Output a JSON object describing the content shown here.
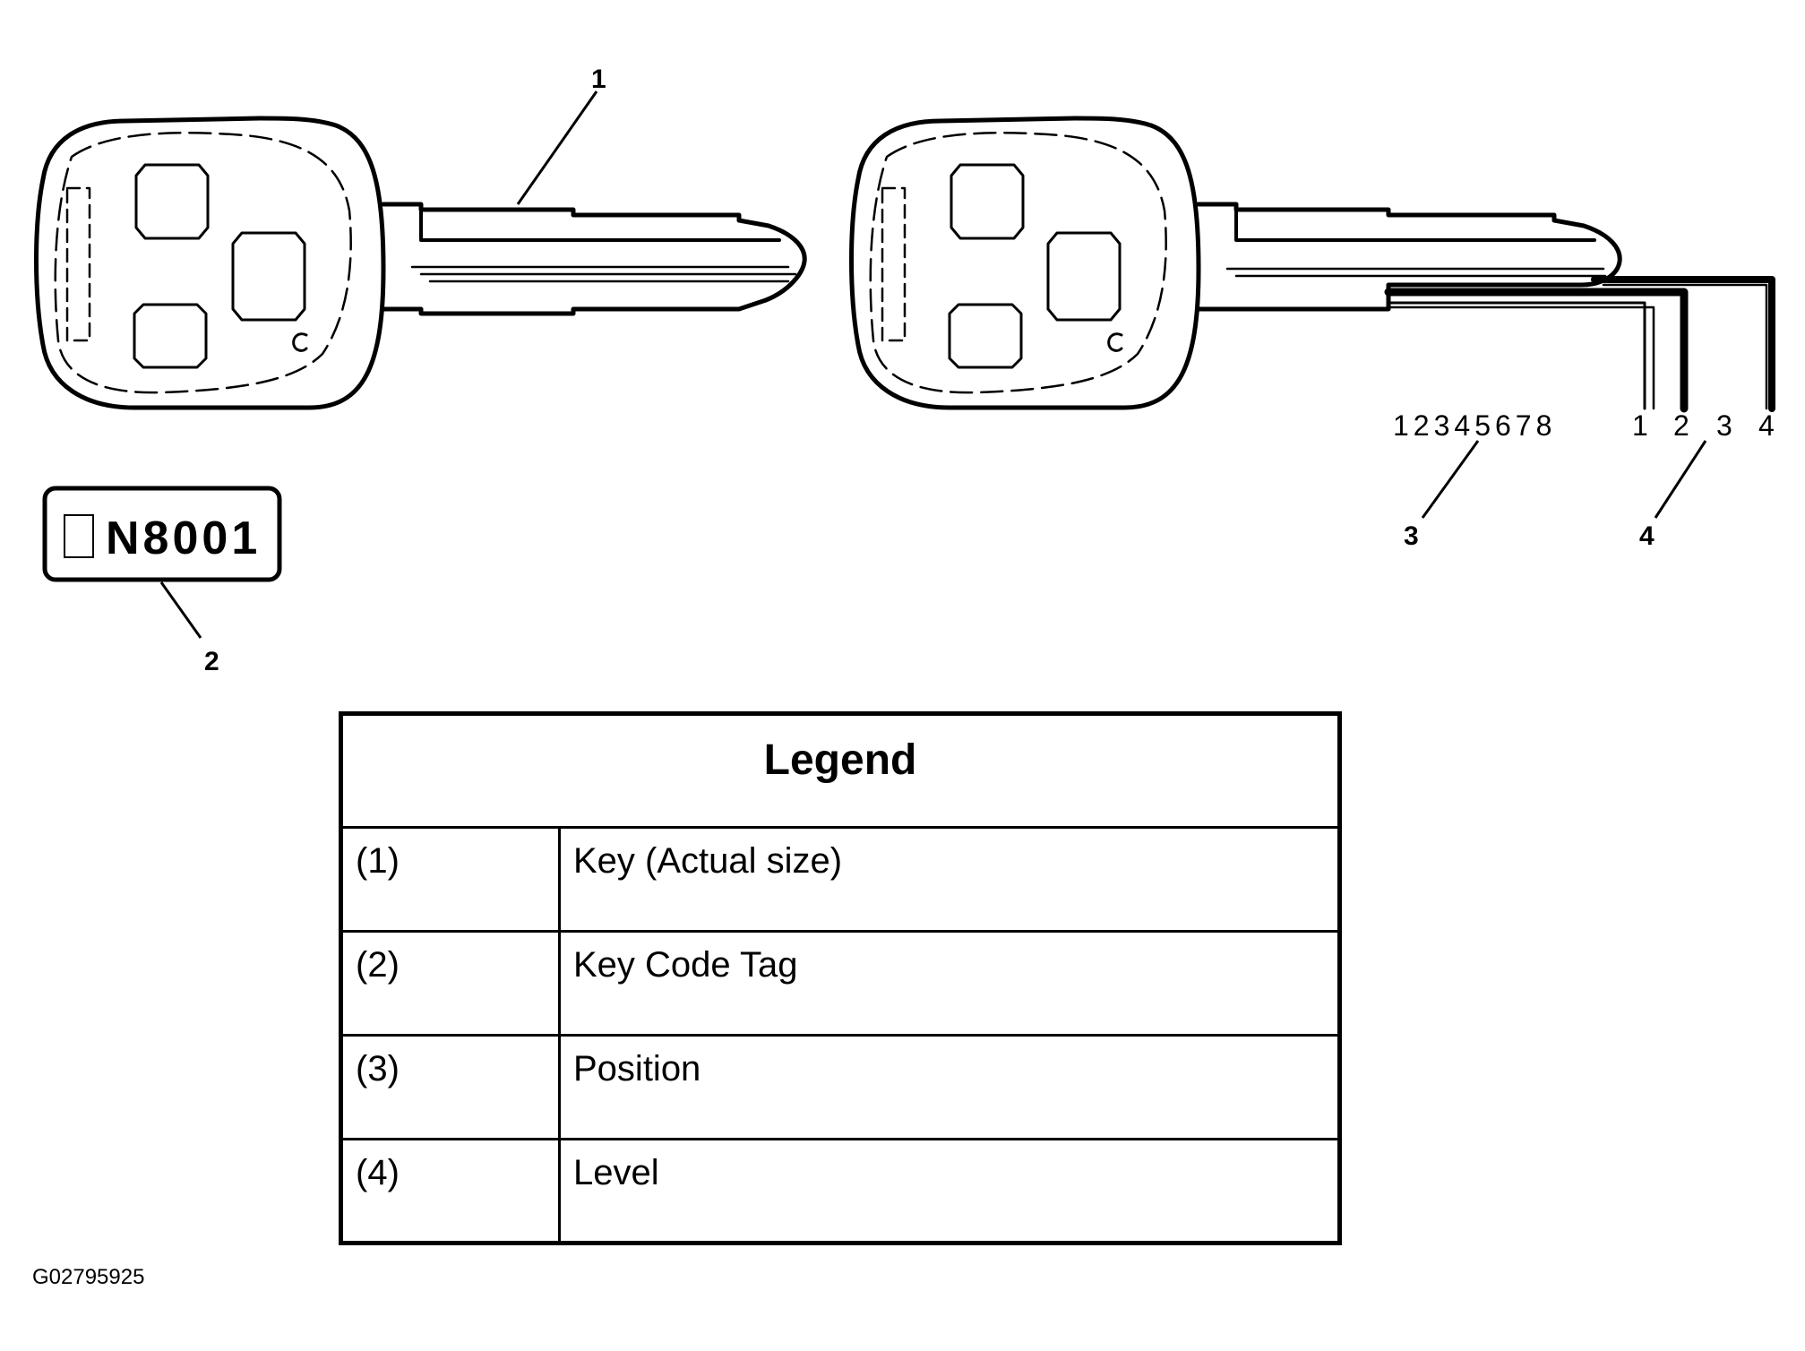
{
  "callouts": {
    "c1": "1",
    "c2": "2",
    "c3": "3",
    "c4": "4"
  },
  "key_code_tag": {
    "text": "N8001"
  },
  "positions": {
    "label": "12345678"
  },
  "levels": [
    "1",
    "2",
    "3",
    "4"
  ],
  "legend": {
    "title": "Legend",
    "rows": [
      {
        "num": "(1)",
        "desc": "Key (Actual size)"
      },
      {
        "num": "(2)",
        "desc": "Key Code Tag"
      },
      {
        "num": "(3)",
        "desc": "Position"
      },
      {
        "num": "(4)",
        "desc": "Level"
      }
    ]
  },
  "figure_id": "G02795925"
}
